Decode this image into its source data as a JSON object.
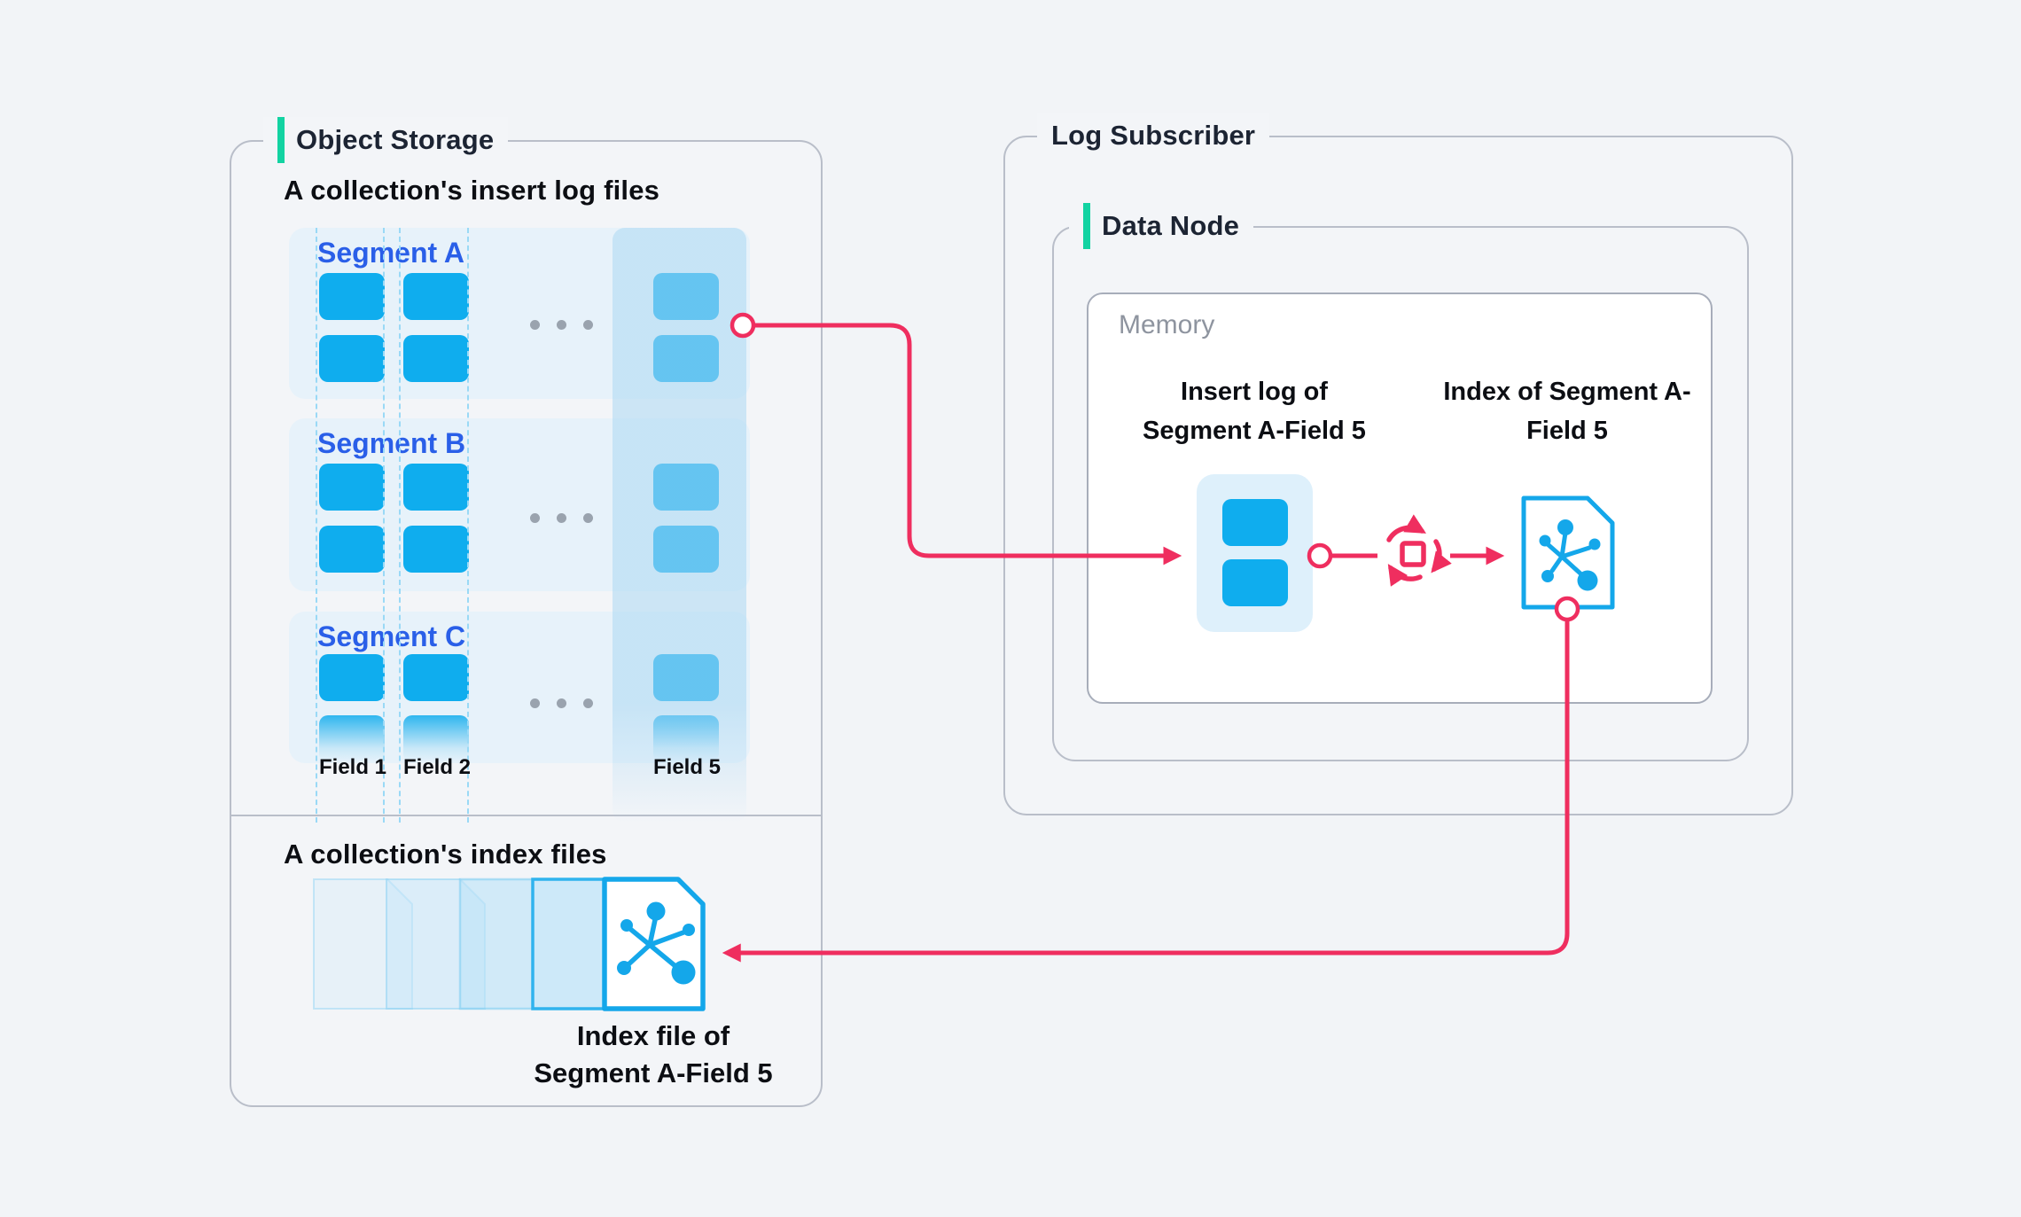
{
  "diagram": {
    "object_storage": {
      "title": "Object Storage",
      "insert_section_heading": "A collection's insert log files",
      "segments": [
        {
          "name": "Segment A"
        },
        {
          "name": "Segment B"
        },
        {
          "name": "Segment C"
        }
      ],
      "field_labels": [
        "Field 1",
        "Field 2",
        "Field 5"
      ],
      "index_section_heading": "A collection's index files",
      "index_file_label": [
        "Index file of",
        "Segment A-Field 5"
      ]
    },
    "log_subscriber": {
      "title": "Log Subscriber",
      "data_node": {
        "title": "Data Node",
        "memory": {
          "title": "Memory",
          "insert_log_label": [
            "Insert log of",
            "Segment A-Field 5"
          ],
          "index_label": [
            "Index of Segment A-",
            "Field 5"
          ]
        }
      }
    },
    "colors": {
      "accent_green": "#12d3a2",
      "pink": "#ef2e5f",
      "blue": "#0fadee",
      "segment_title_blue": "#2a5fe8",
      "panel_border": "#b9bec9",
      "navy": "#1c2433"
    }
  }
}
